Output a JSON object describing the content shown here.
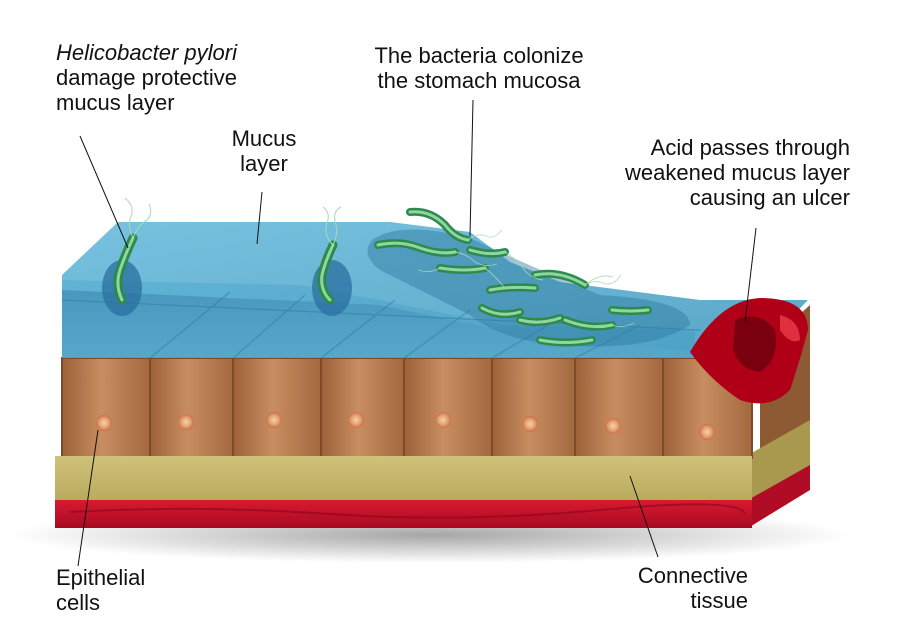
{
  "labels": {
    "h_pylori": {
      "line1": "Helicobacter pylori",
      "line2": "damage protective",
      "line3": "mucus layer"
    },
    "mucus": {
      "line1": "Mucus",
      "line2": "layer"
    },
    "colonize": {
      "line1": "The bacteria colonize",
      "line2": "the stomach mucosa"
    },
    "acid": {
      "line1": "Acid passes through",
      "line2": "weakened mucus layer",
      "line3": "causing an ulcer"
    },
    "epithelial": {
      "line1": "Epithelial",
      "line2": "cells"
    },
    "connective": {
      "line1": "Connective",
      "line2": "tissue"
    }
  },
  "colors": {
    "mucus": "#4a9fc4",
    "mucus_top": "#5eb2d4",
    "epithelium": "#b87a52",
    "cell_border": "#8a5530",
    "connective": "#c3b66a",
    "blood": "#c8102e",
    "ulcer": "#b00018",
    "bacteria": "#3f9a5a"
  }
}
